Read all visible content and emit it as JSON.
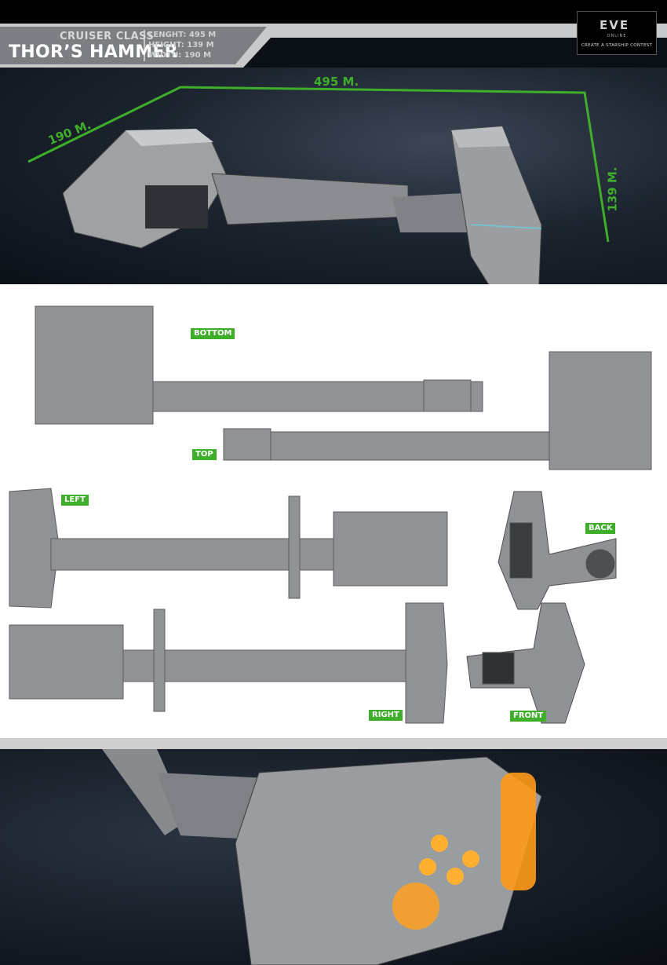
{
  "header": {
    "class_label": "CRUISER CLASS",
    "ship_name": "THOR’S HAMMER",
    "specs": [
      "LENGHT: 495 M",
      "HEIGHT: 139 M",
      "WIDTH: 190 M"
    ]
  },
  "logo": {
    "mark": "EVE",
    "subtitle": "ONLINE",
    "tagline": "CREATE A STARSHIP CONTEST"
  },
  "dimensions": {
    "length": "495 M.",
    "width": "190 M.",
    "height": "139 M."
  },
  "view_labels": {
    "bottom": "BOTTOM",
    "top": "TOP",
    "left": "LEFT",
    "back": "BACK",
    "right": "RIGHT",
    "front": "FRONT"
  },
  "colors": {
    "accent_green": "#3fae2a",
    "hull_grey": "#8f9194",
    "engine_glow": "#ffa020"
  }
}
